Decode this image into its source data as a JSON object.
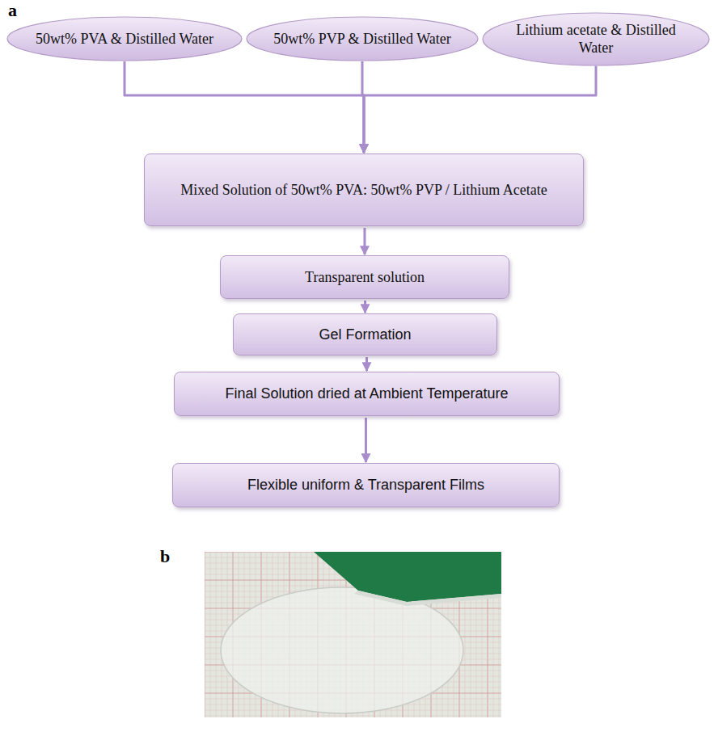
{
  "diagram": {
    "nodes": [
      {
        "text": [
          "50wt% PVA & Distilled Water"
        ]
      },
      {
        "text": [
          "50wt% PVP & Distilled Water"
        ]
      },
      {
        "text": [
          "Lithium acetate & Distilled Water"
        ]
      },
      {
        "text": [
          "Mixed Solution of 50wt% PVA: 50wt% PVP / Lithium Acetate"
        ]
      },
      {
        "text": [
          "Transparent solution"
        ]
      },
      {
        "text": [
          "Gel Formation"
        ]
      },
      {
        "text": [
          "Final Solution dried at Ambient Temperature"
        ]
      },
      {
        "text": [
          "Flexible uniform & Transparent Films"
        ]
      }
    ],
    "edges": [
      {
        "from": 0,
        "to": 3,
        "arrow": "to"
      },
      {
        "from": 1,
        "to": 3,
        "arrow": "to"
      },
      {
        "from": 2,
        "to": 3,
        "arrow": "to"
      },
      {
        "from": 3,
        "to": 4,
        "arrow": "to"
      },
      {
        "from": 4,
        "to": 5,
        "arrow": "to"
      },
      {
        "from": 5,
        "to": 6,
        "arrow": "to"
      },
      {
        "from": 6,
        "to": 7,
        "arrow": "to"
      }
    ],
    "labels": [
      "a",
      "b"
    ]
  }
}
